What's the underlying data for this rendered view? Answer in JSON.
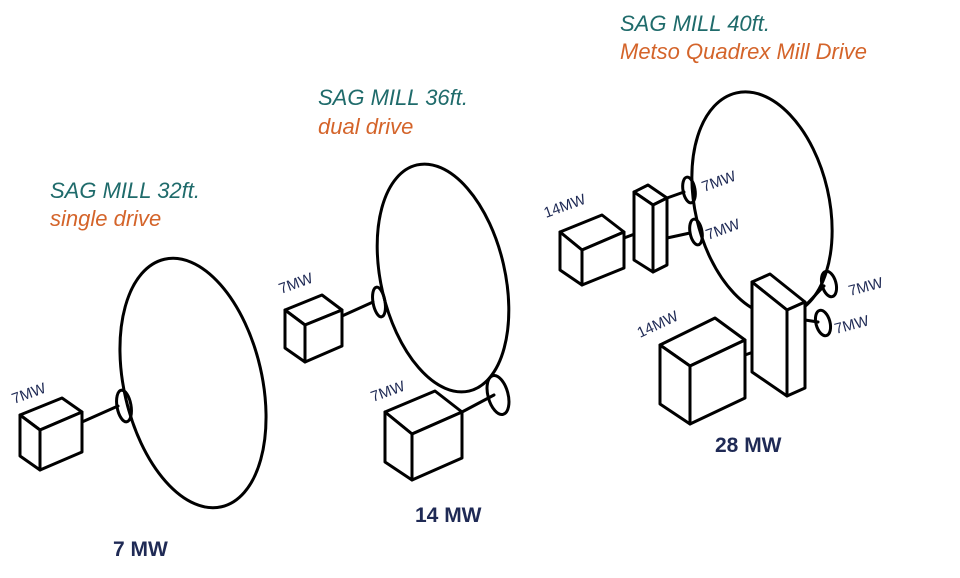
{
  "colors": {
    "title": "#1f6b6b",
    "subtitle": "#d4642a",
    "total": "#1f2a55",
    "outline": "#000000",
    "power_label": "#1f2a55"
  },
  "diagrams": [
    {
      "title": "SAG MILL 32ft.",
      "subtitle": "single drive",
      "motors": [
        "7MW"
      ],
      "total": "7 MW"
    },
    {
      "title": "SAG MILL 36ft.",
      "subtitle": "dual drive",
      "motors": [
        "7MW",
        "7MW"
      ],
      "total": "14 MW"
    },
    {
      "title": "SAG MILL 40ft.",
      "subtitle": "Metso Quadrex Mill Drive",
      "motors": [
        "14MW",
        "14MW"
      ],
      "pinions": [
        "7MW",
        "7MW",
        "7MW",
        "7MW"
      ],
      "total": "28 MW"
    }
  ]
}
